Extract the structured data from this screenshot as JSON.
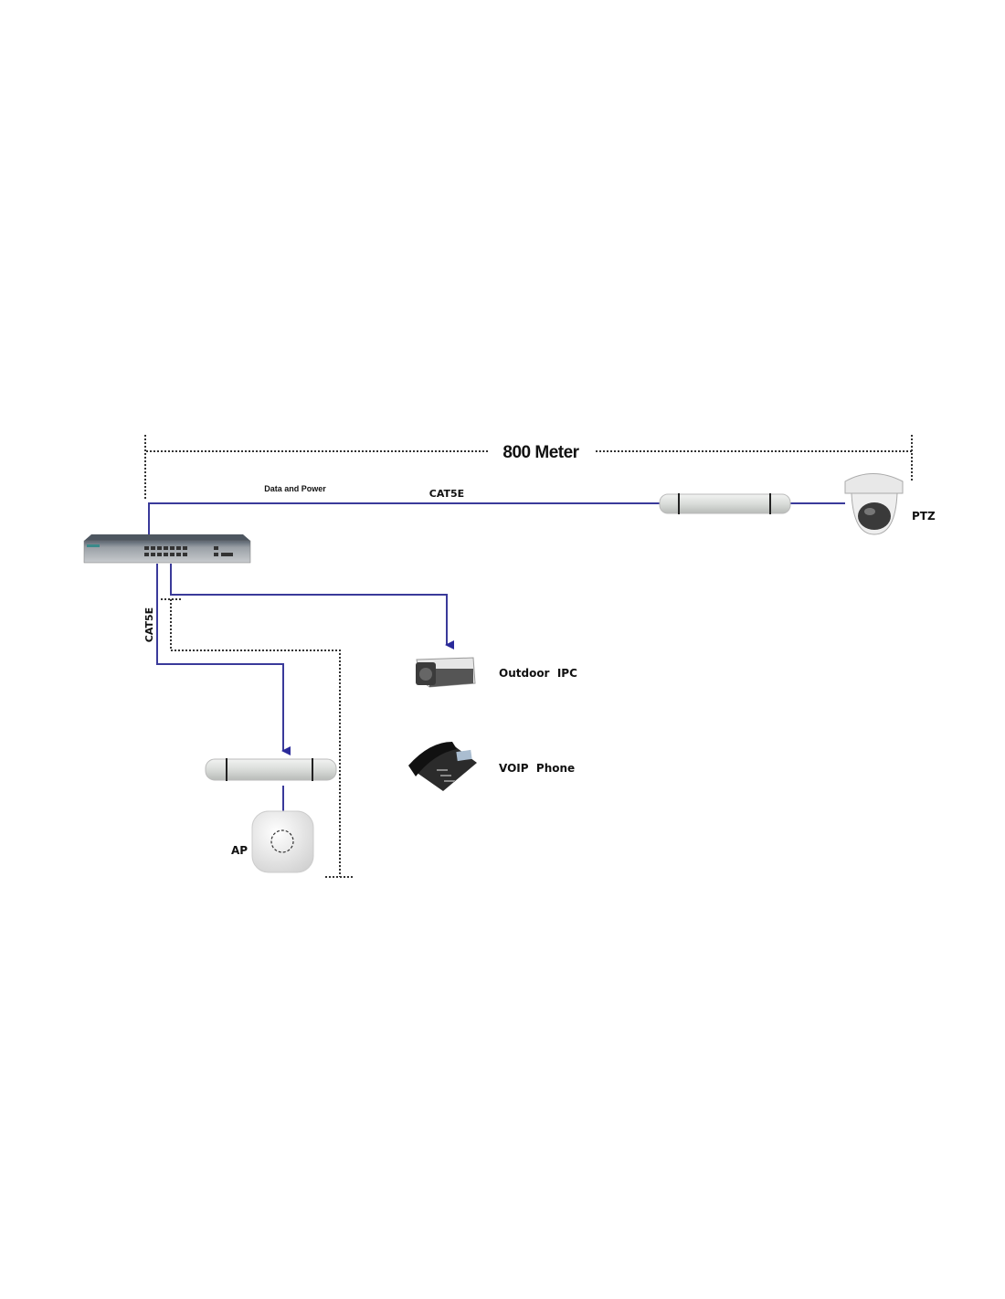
{
  "diagram": {
    "distance_label": "800 Meter",
    "link_label": "Data and Power",
    "cable_top": "CAT5E",
    "cable_side": "CAT5E",
    "devices": {
      "ptz": "PTZ",
      "outdoor_ipc": "Outdoor  IPC",
      "voip_phone": "VOIP  Phone",
      "ap": "AP"
    },
    "colors": {
      "link": "#3a3a9a",
      "dotted": "#333333"
    }
  }
}
